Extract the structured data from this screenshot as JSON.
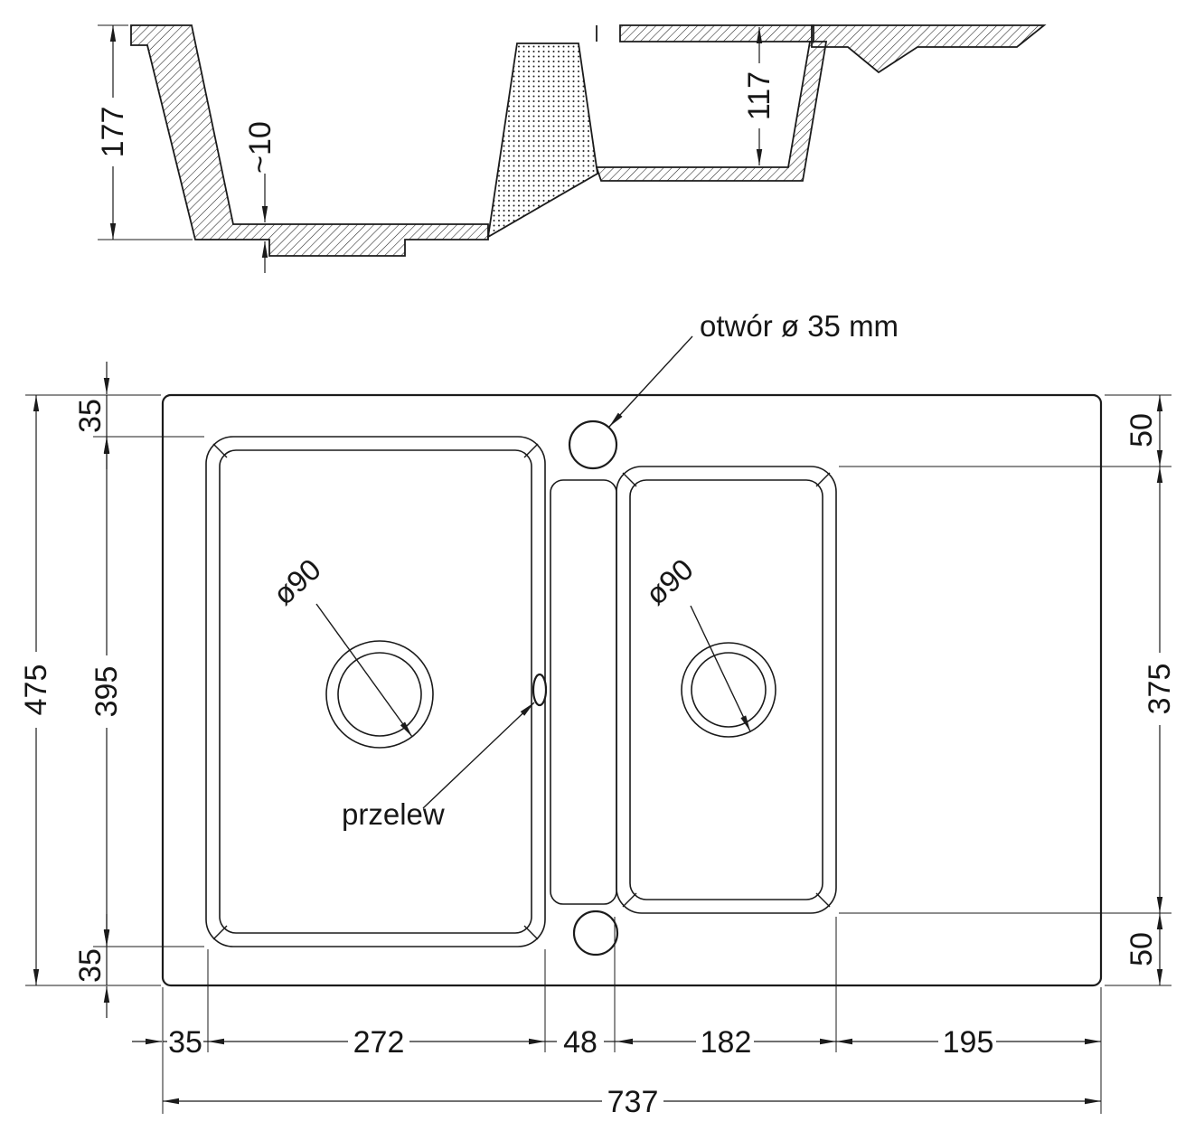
{
  "drawing": {
    "section": {
      "depth_left": "177",
      "floor_thickness": "~10",
      "depth_right": "117"
    },
    "plan": {
      "hole_label": "otwór ø 35 mm",
      "overflow_label": "przelew",
      "drain_left": "ø90",
      "drain_right": "ø90",
      "width_total": "737",
      "height_total": "475",
      "col_margin_left": "35",
      "col_basin_left": "272",
      "col_gap": "48",
      "col_basin_right": "182",
      "col_drainer": "195",
      "row_top_left": "35",
      "row_basin_left": "395",
      "row_bottom_left": "35",
      "row_top_right": "50",
      "row_basin_right": "375",
      "row_bottom_right": "50"
    }
  }
}
